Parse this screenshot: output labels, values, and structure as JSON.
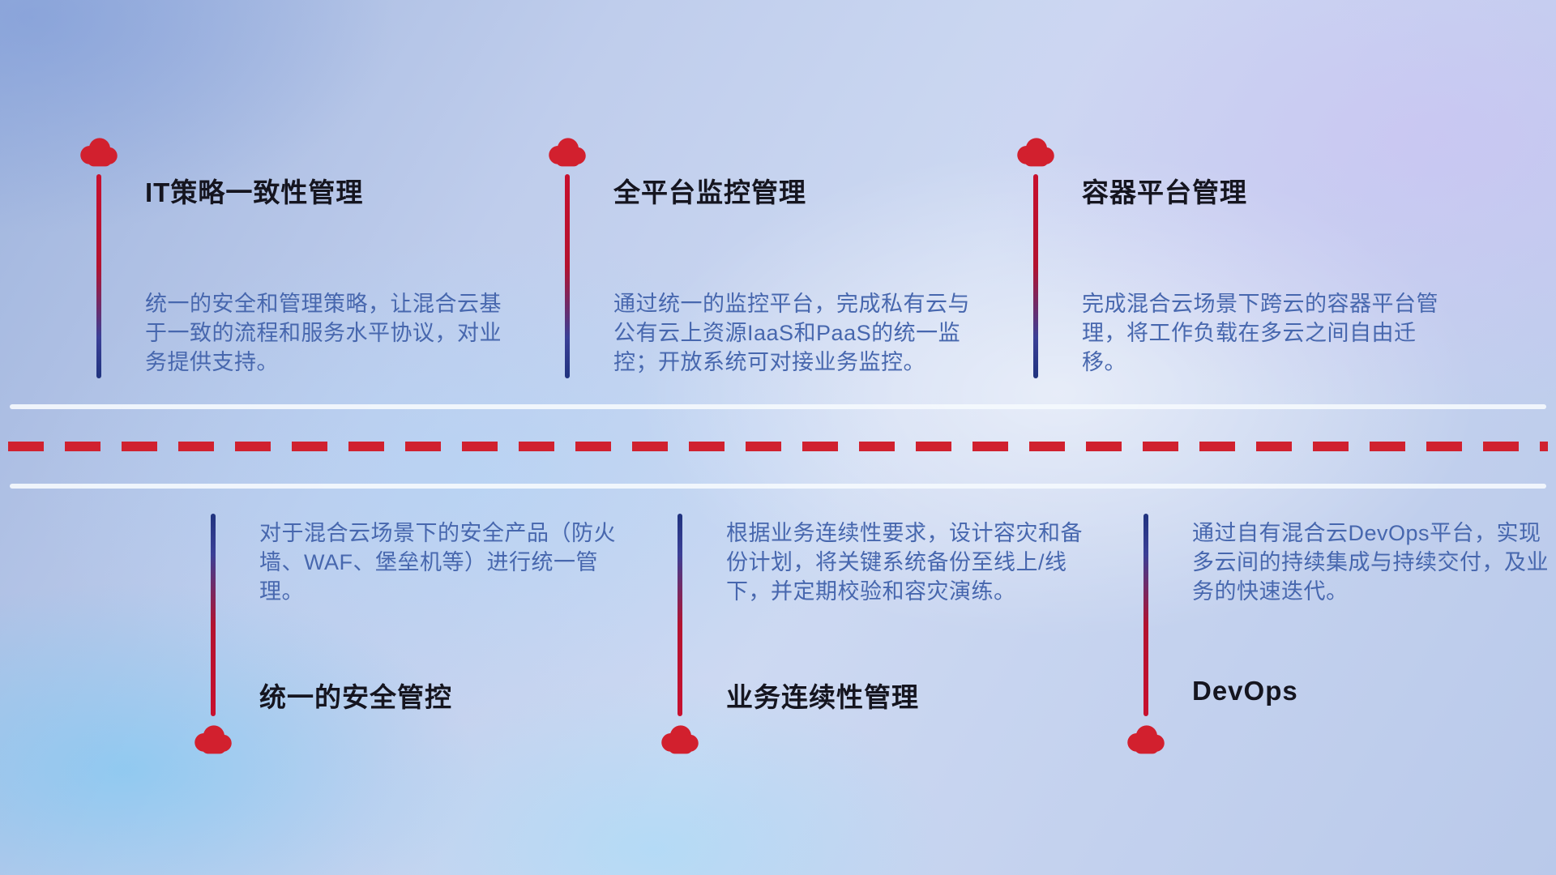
{
  "diagram": {
    "type": "hybrid-cloud-capability-timeline",
    "colors": {
      "accent_red": "#d0212f",
      "accent_blue": "#20337f",
      "title_text": "#15151f",
      "desc_text": "#4767ae",
      "divider": "#f4f8fd"
    },
    "icons": {
      "marker": "cloud-icon"
    }
  },
  "sections": {
    "top": [
      {
        "title": "IT策略一致性管理",
        "desc": "统一的安全和管理策略，让混合云基于一致的流程和服务水平协议，对业务提供支持。"
      },
      {
        "title": "全平台监控管理",
        "desc": "通过统一的监控平台，完成私有云与公有云上资源IaaS和PaaS的统一监控；开放系统可对接业务监控。"
      },
      {
        "title": "容器平台管理",
        "desc": "完成混合云场景下跨云的容器平台管理，将工作负载在多云之间自由迁移。"
      }
    ],
    "bottom": [
      {
        "title": "统一的安全管控",
        "desc": "对于混合云场景下的安全产品（防火墙、WAF、堡垒机等）进行统一管理。"
      },
      {
        "title": "业务连续性管理",
        "desc": "根据业务连续性要求，设计容灾和备份计划，将关键系统备份至线上/线下，并定期校验和容灾演练。"
      },
      {
        "title": "DevOps",
        "desc": "通过自有混合云DevOps平台，实现多云间的持续集成与持续交付，及业务的快速迭代。"
      }
    ]
  }
}
